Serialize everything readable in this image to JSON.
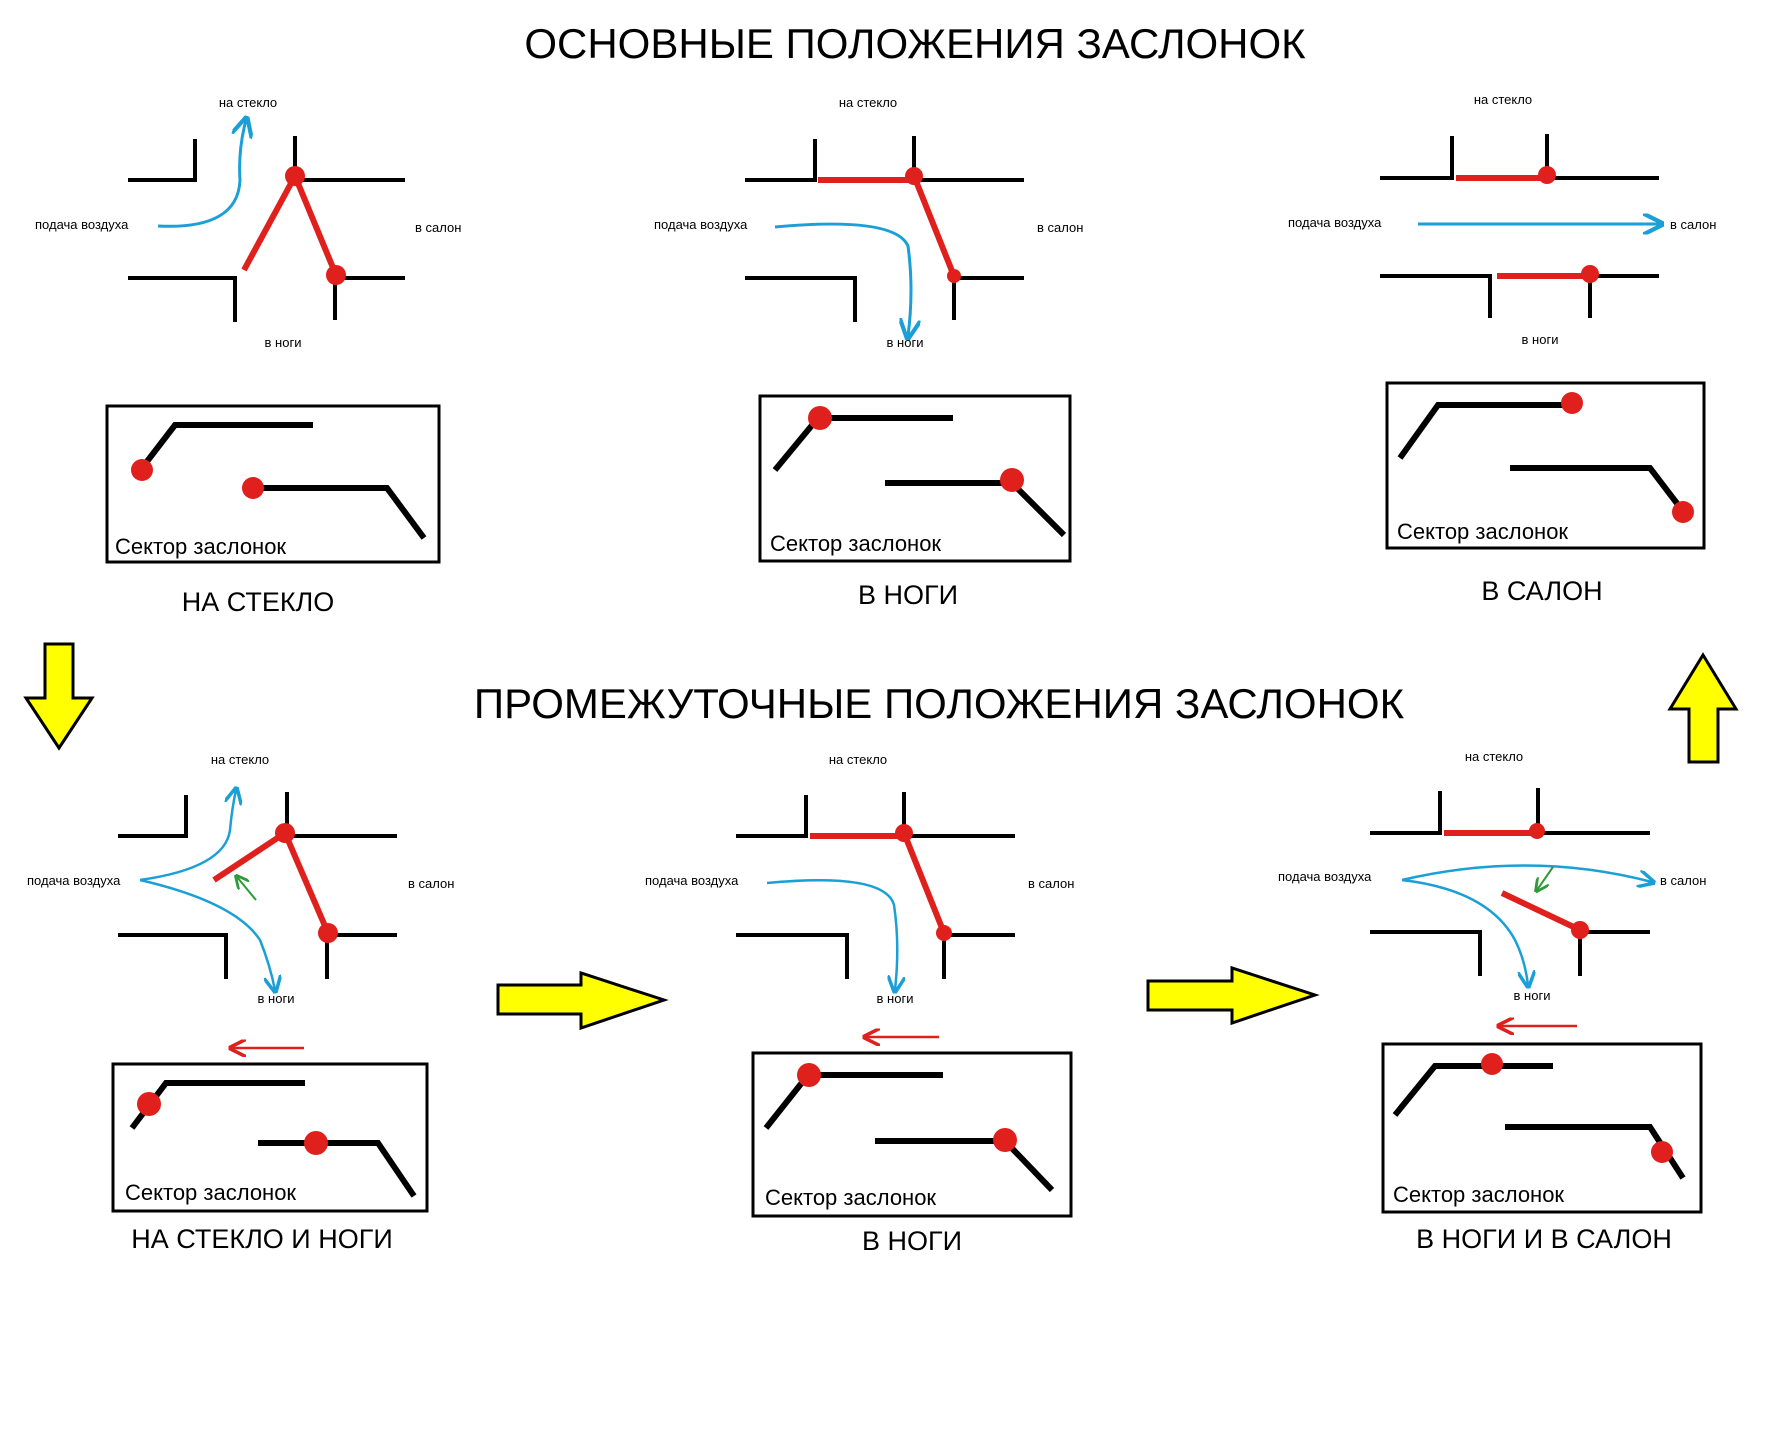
{
  "titles": {
    "main": "ОСНОВНЫЕ ПОЛОЖЕНИЯ ЗАСЛОНОК",
    "intermediate": "ПРОМЕЖУТОЧНЫЕ ПОЛОЖЕНИЯ ЗАСЛОНОК"
  },
  "labels": {
    "glass": "на стекло",
    "supply": "подача воздуха",
    "cabin": "в салон",
    "feet": "в ноги",
    "sector": "Сектор заслонок"
  },
  "diagrams": [
    {
      "caption": "НА СТЕКЛО"
    },
    {
      "caption": "В НОГИ"
    },
    {
      "caption": "В САЛОН"
    },
    {
      "caption": "НА СТЕКЛО И НОГИ"
    },
    {
      "caption": "В НОГИ"
    },
    {
      "caption": "В НОГИ И В САЛОН"
    }
  ],
  "colors": {
    "duct": "#000000",
    "flap": "#e0201c",
    "airflow": "#1a9fd6",
    "motion_hint": "#2e9a3a",
    "direction_arrow": "#ffff00"
  }
}
